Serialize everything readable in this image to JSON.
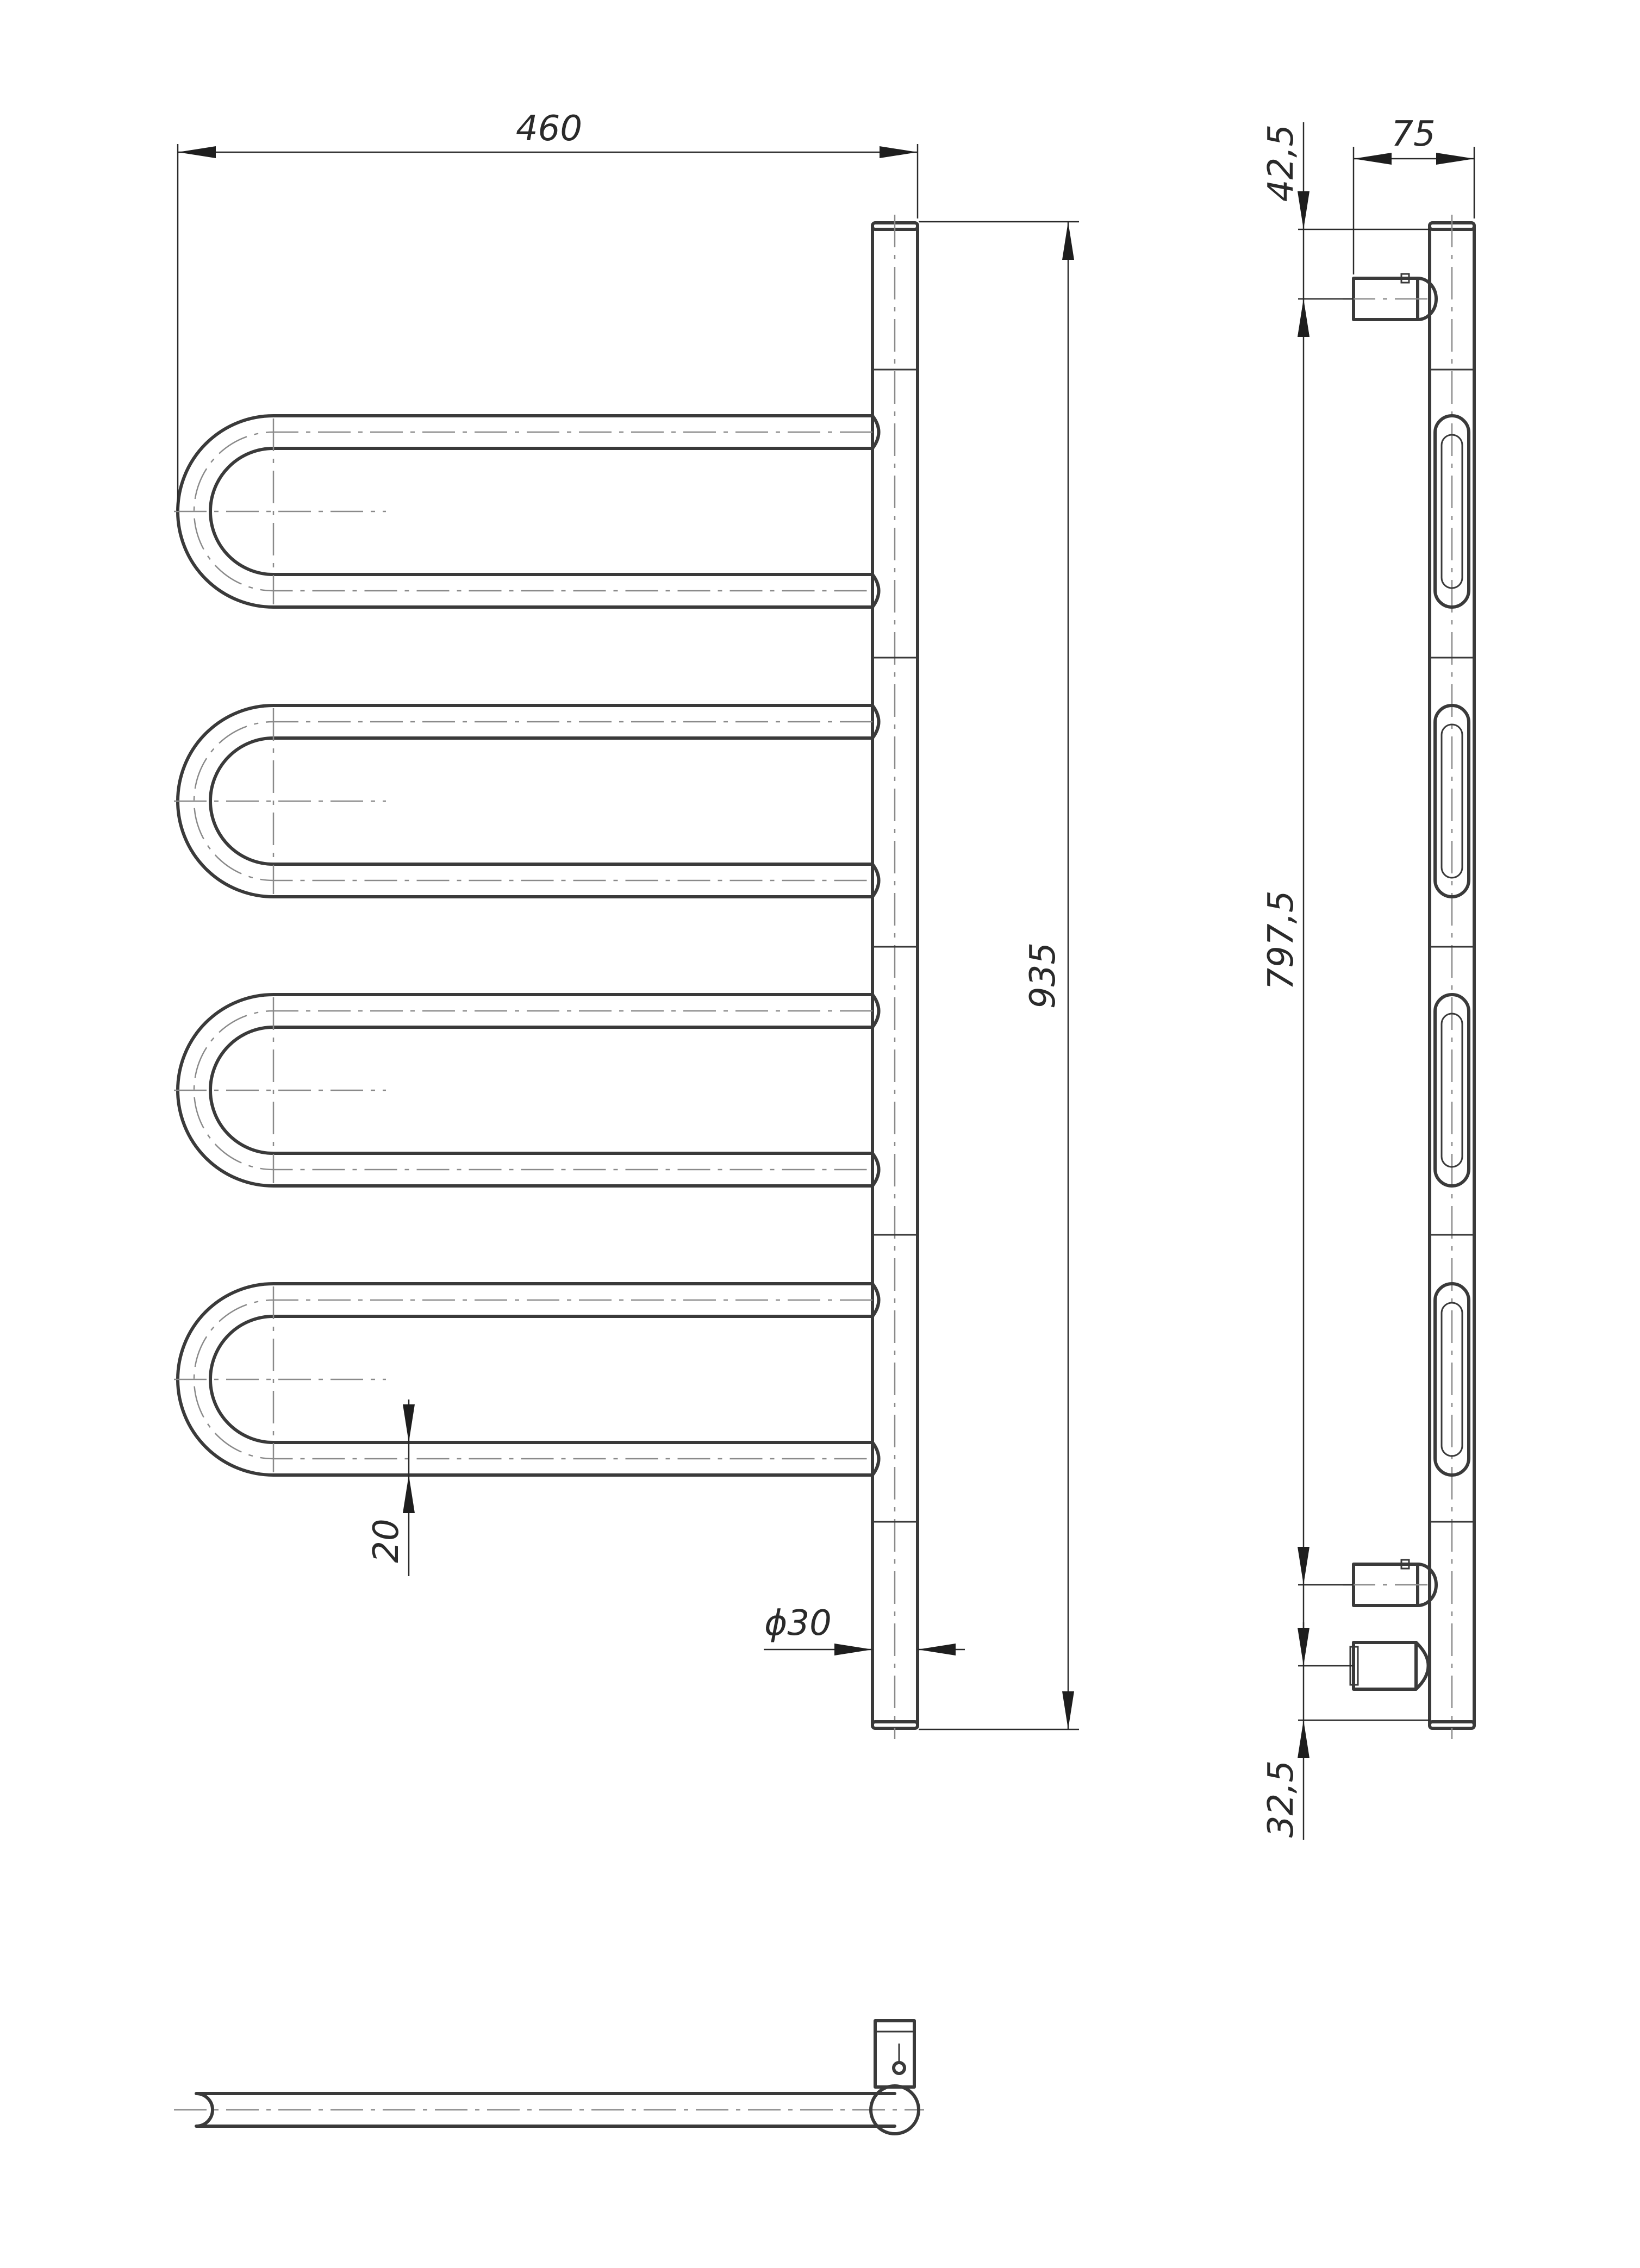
{
  "dimensions": {
    "overall_width": "460",
    "overall_height": "935",
    "bar_gap": "20",
    "riser_diameter": "ϕ30",
    "side_depth": "75",
    "top_offset": "42,5",
    "connection_spacing": "797,5",
    "bottom_offset": "32,5"
  }
}
